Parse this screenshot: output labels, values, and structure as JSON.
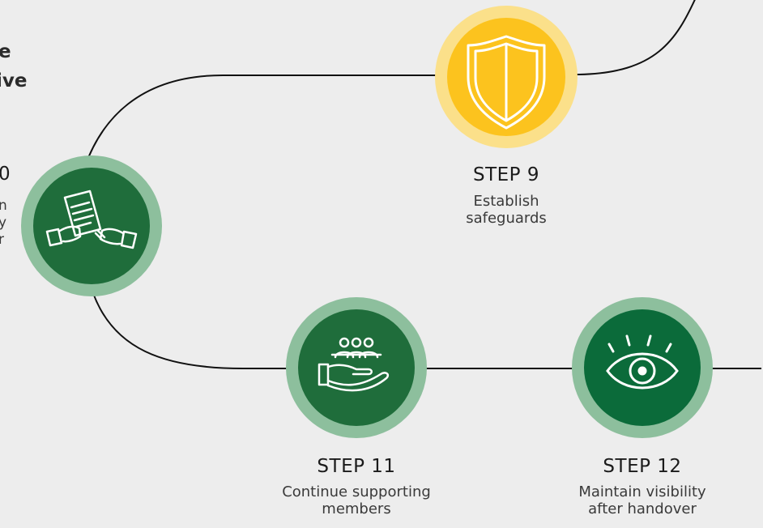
{
  "heading": {
    "line1": "e",
    "line2": "ive"
  },
  "step10_partial": {
    "title": "0",
    "desc_lines": [
      "n",
      "y",
      "r"
    ]
  },
  "steps": [
    {
      "id": "step-9",
      "title": "STEP 9",
      "desc_lines": [
        "Establish",
        "safeguards"
      ],
      "icon": "shield-icon"
    },
    {
      "id": "step-10",
      "title": "",
      "desc_lines": [],
      "icon": "handshake-document-icon"
    },
    {
      "id": "step-11",
      "title": "STEP 11",
      "desc_lines": [
        "Continue supporting",
        "members"
      ],
      "icon": "hand-people-icon"
    },
    {
      "id": "step-12",
      "title": "STEP 12",
      "desc_lines": [
        "Maintain visibility",
        "after handover"
      ],
      "icon": "eye-icon"
    }
  ],
  "colors": {
    "background": "#ededed",
    "path": "#111111",
    "gold_ring": "#fbe08a",
    "gold_fill": "#fcc31e",
    "green_ring": "#8dbf9d",
    "green_fill": "#1f6d3b",
    "green_fill_alt": "#0b6b3a"
  }
}
